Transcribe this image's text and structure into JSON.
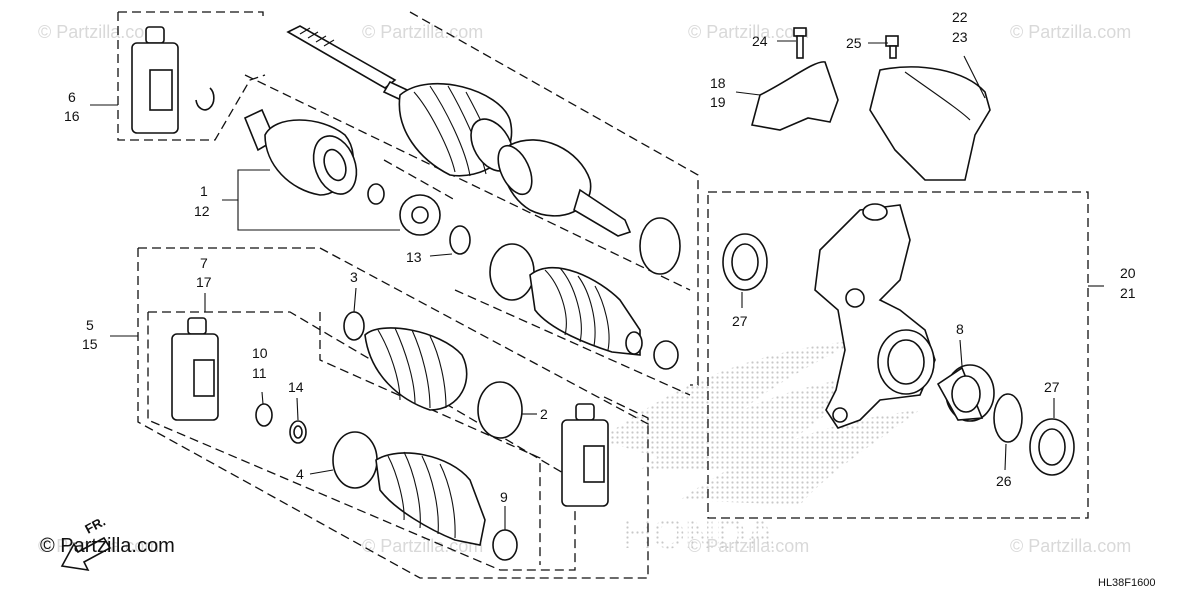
{
  "watermarks": [
    "© Partzilla.com",
    "© Partzilla.com",
    "© Partzilla.com",
    "© Partzilla.com",
    "© Partzilla.com",
    "© Partzilla.com",
    "© Partzilla.com",
    "© Partzilla.com"
  ],
  "credit": "© Partzilla.com",
  "diagram_code": "HL38F1600",
  "fr_arrow_label": "FR.",
  "brand_watermark": "HONDA",
  "callouts": {
    "c6": "6",
    "c16": "16",
    "c1": "1",
    "c12": "12",
    "c13": "13",
    "c7": "7",
    "c17": "17",
    "c5": "5",
    "c15": "15",
    "c3": "3",
    "c10": "10",
    "c11": "11",
    "c14": "14",
    "c2": "2",
    "c4": "4",
    "c9": "9",
    "c24": "24",
    "c25": "25",
    "c22": "22",
    "c23": "23",
    "c18": "18",
    "c19": "19",
    "c20": "20",
    "c21": "21",
    "c27a": "27",
    "c8": "8",
    "c27b": "27",
    "c26": "26"
  },
  "icons": [
    "grease-bottle-icon",
    "circlip-icon",
    "boot-band-icon",
    "boot-icon",
    "oil-seal-icon",
    "bearing-icon",
    "bolt-icon"
  ]
}
